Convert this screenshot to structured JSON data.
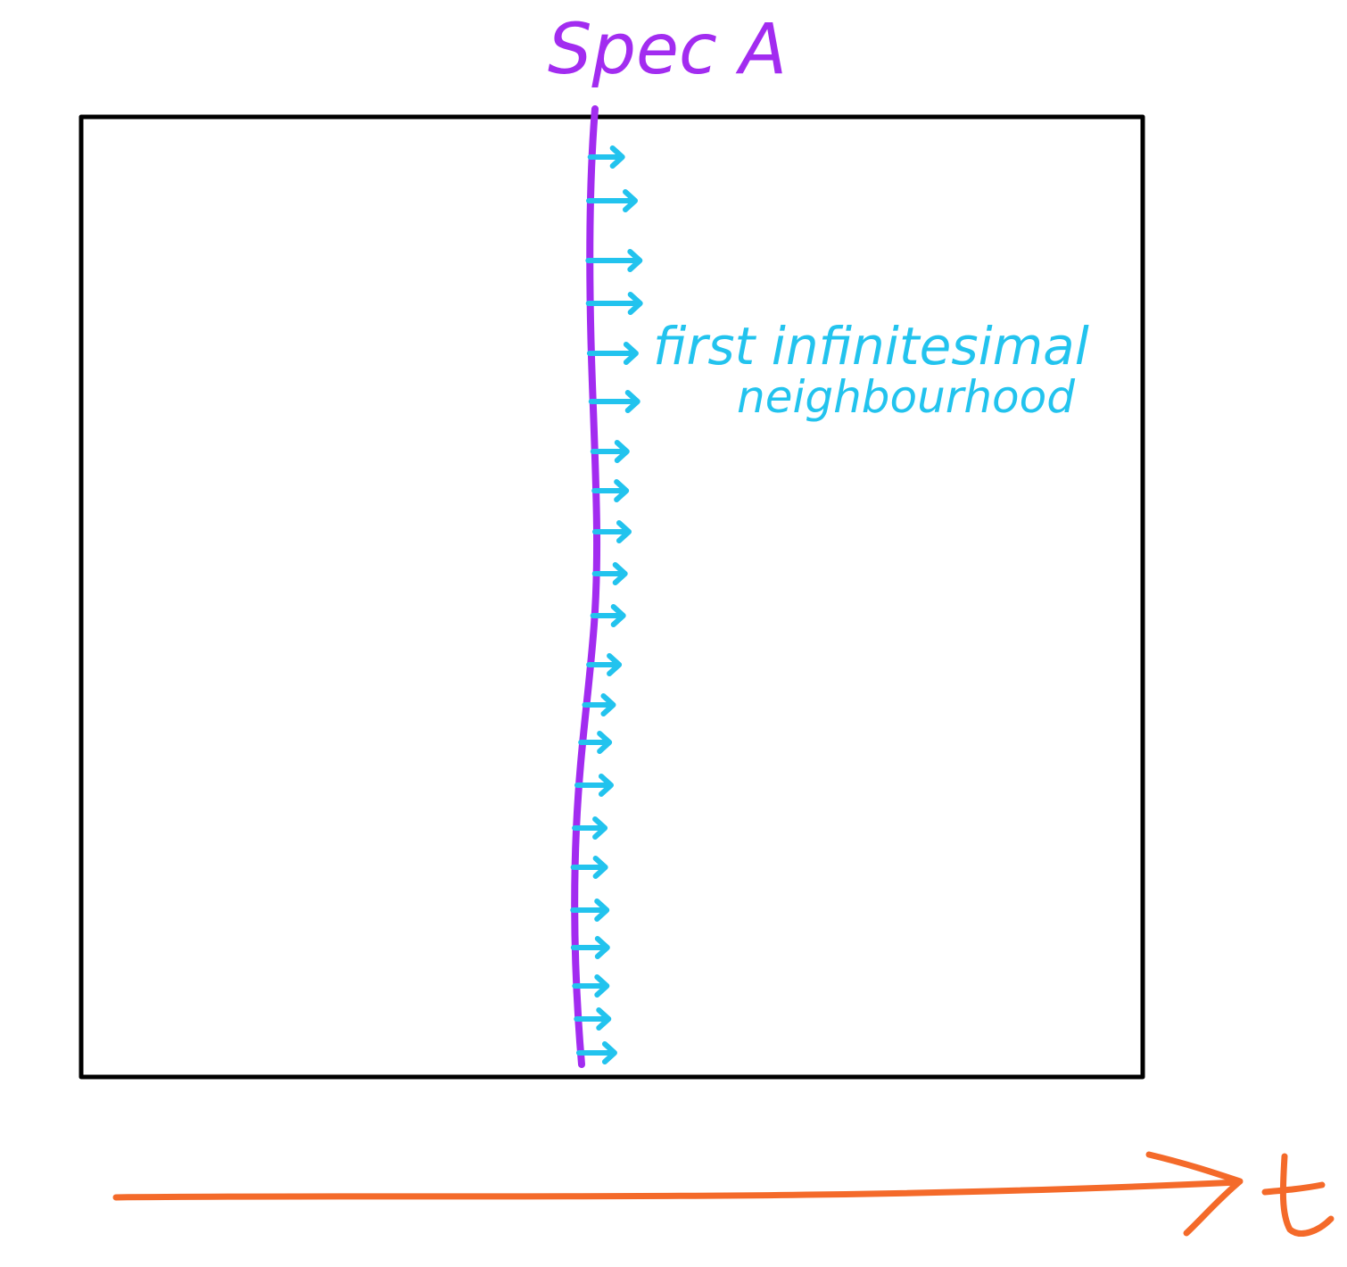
{
  "labels": {
    "curve_label": "Spec A",
    "annotation_line1": "first infinitesimal",
    "annotation_line2": "neighbourhood",
    "axis_label": "t"
  },
  "colors": {
    "frame": "#000000",
    "curve": "#a22cf0",
    "arrows": "#22c3ee",
    "axis": "#f46a2a"
  }
}
